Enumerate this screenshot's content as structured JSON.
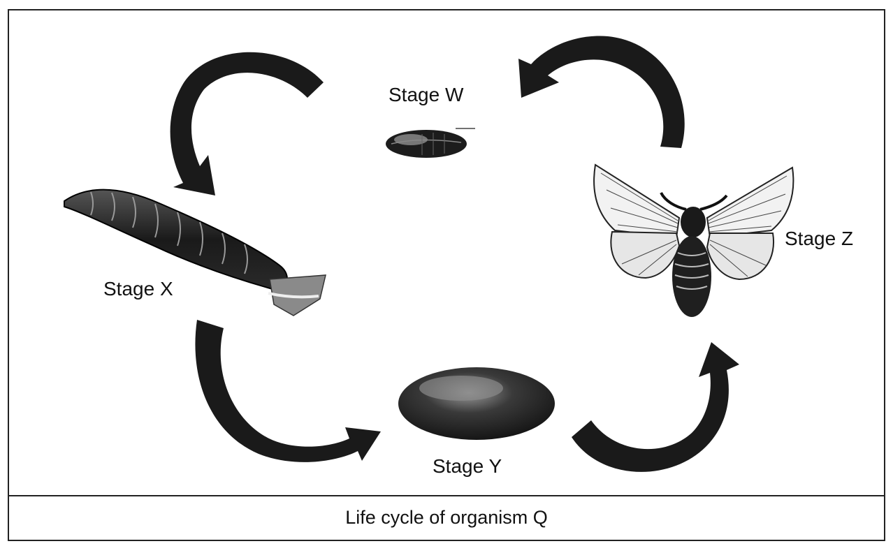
{
  "stages": {
    "w": "Stage W",
    "x": "Stage X",
    "y": "Stage Y",
    "z": "Stage Z"
  },
  "caption": "Life cycle of organism Q",
  "icons": {
    "w": "egg-icon",
    "x": "larva-icon",
    "y": "pupa-icon",
    "z": "moth-icon",
    "arrow": "curved-arrow-icon"
  }
}
